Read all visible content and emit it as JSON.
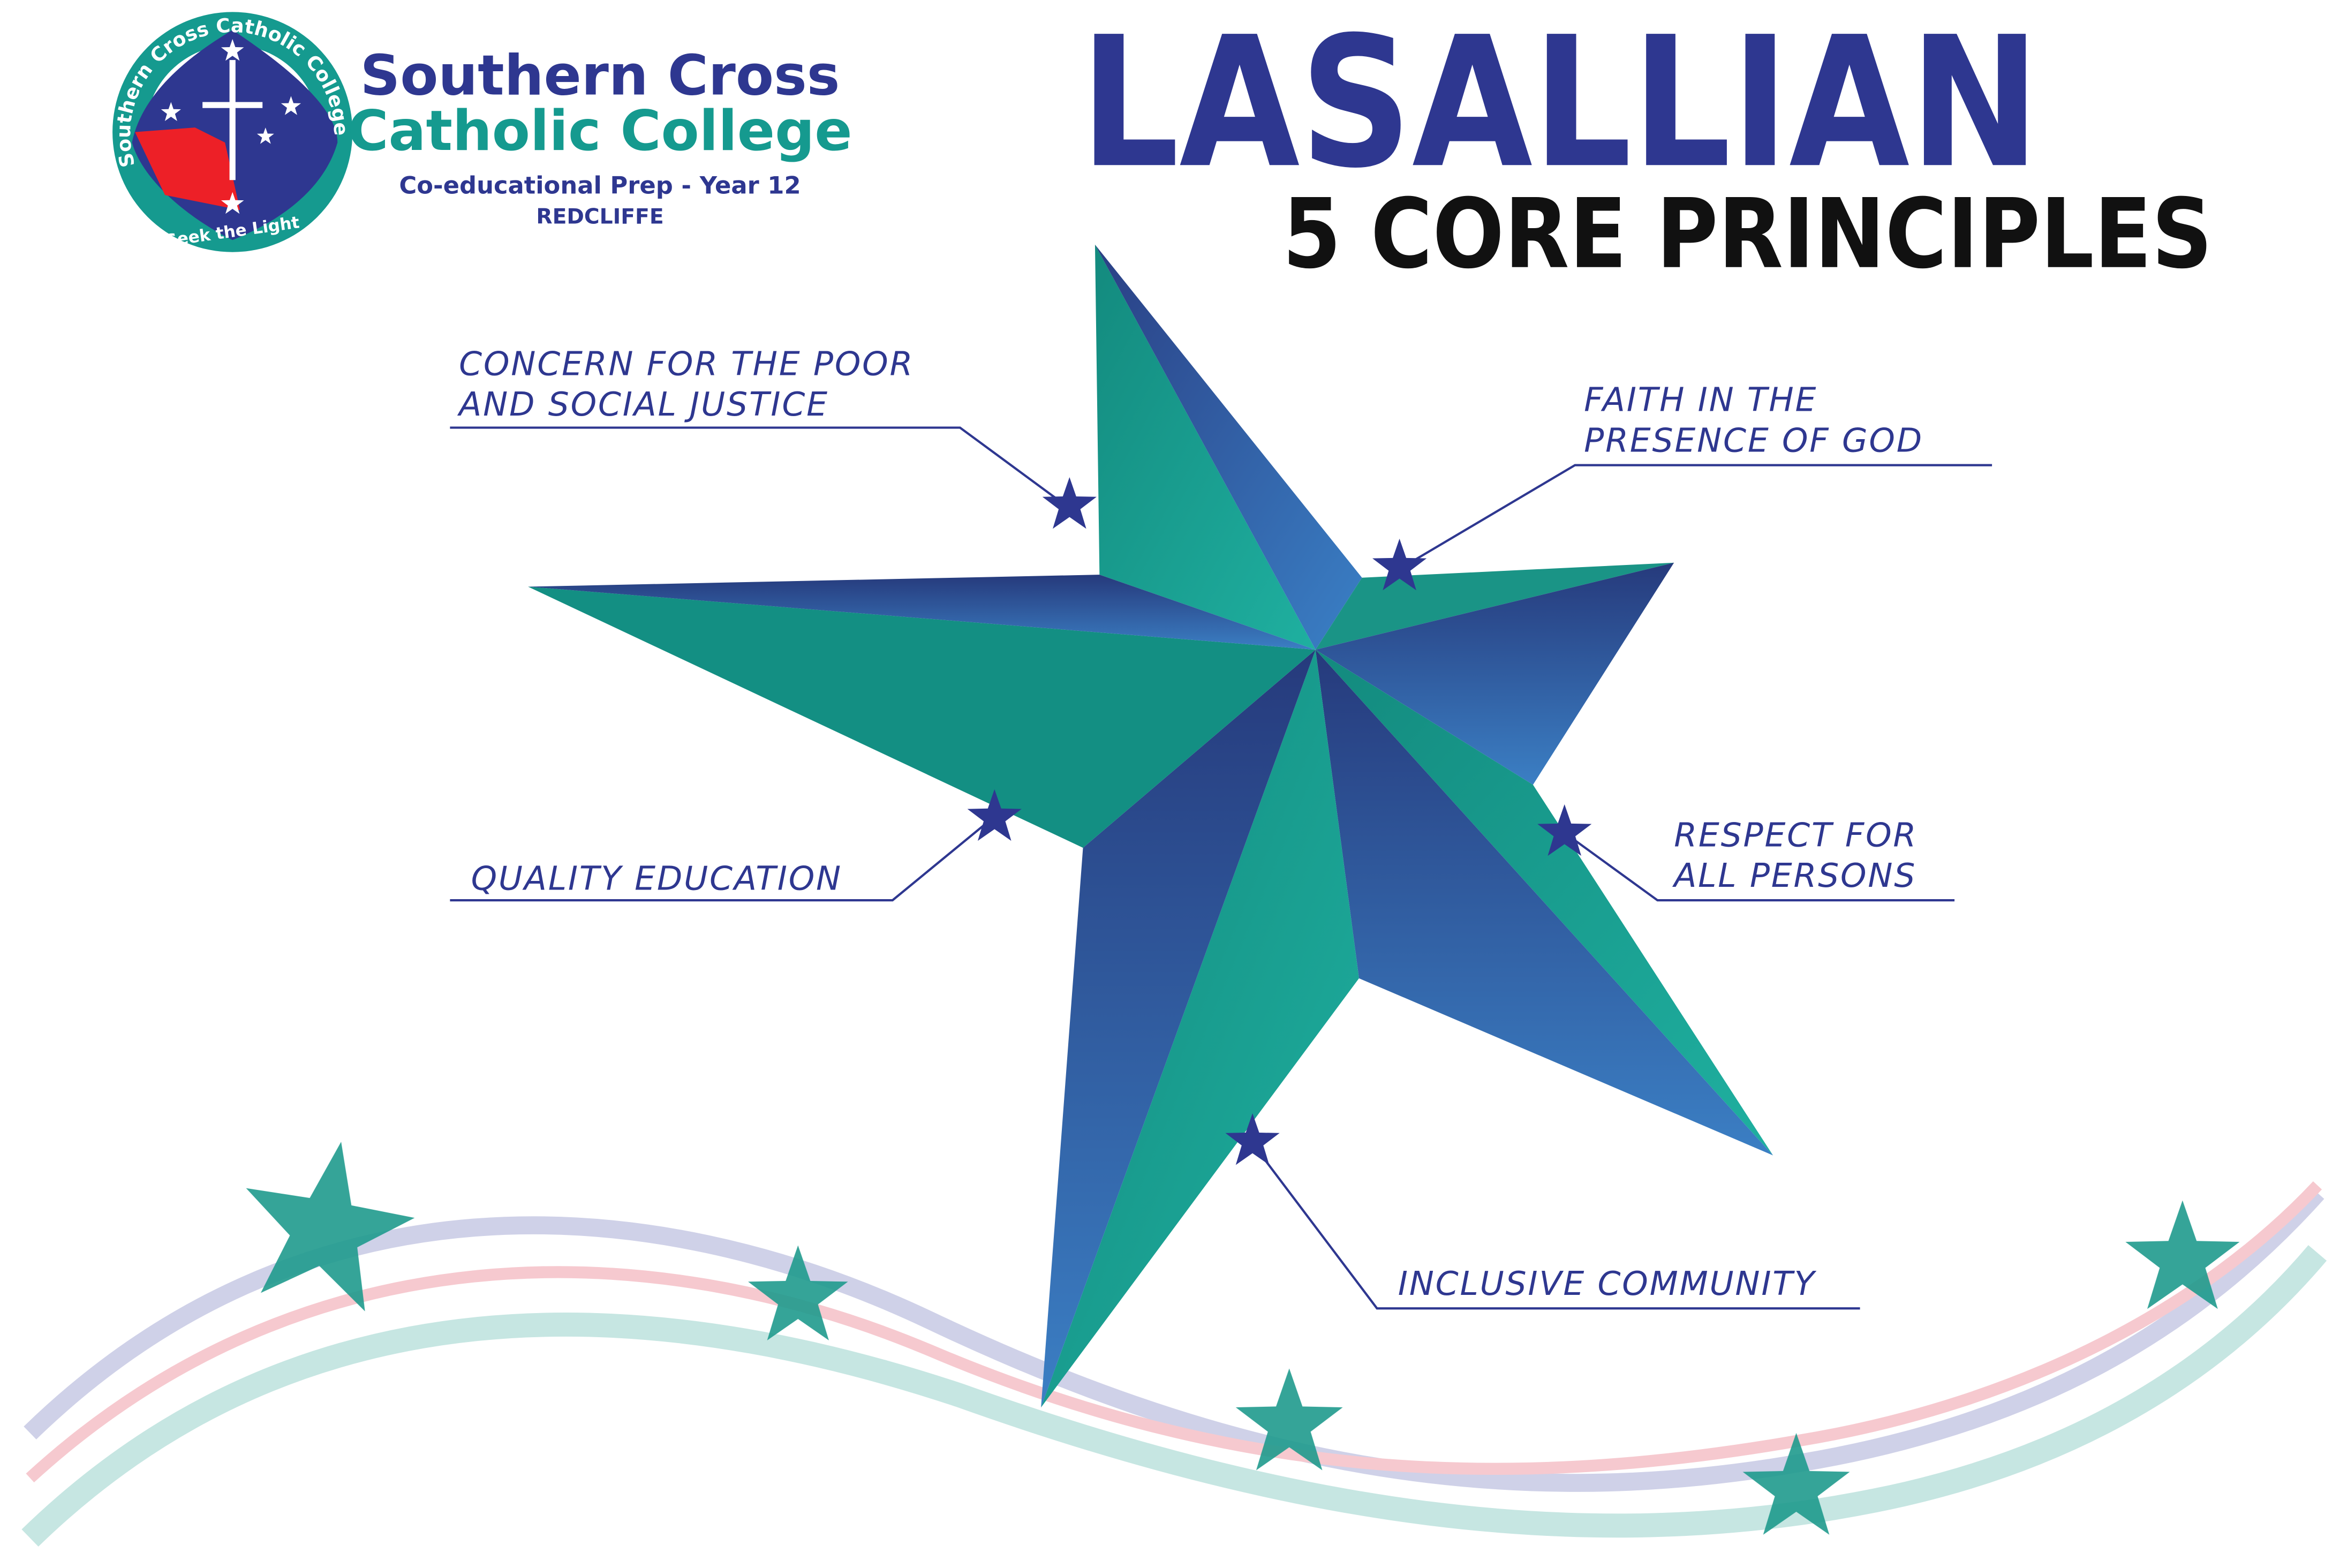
{
  "logo": {
    "ring_text": "Southern Cross Catholic College",
    "motto": "Seek the Light",
    "name_line1": "Southern Cross",
    "name_line2": "Catholic College",
    "tagline": "Co-educational Prep - Year 12",
    "location": "REDCLIFFE"
  },
  "title": {
    "main": "LASALLIAN",
    "sub": "5 CORE PRINCIPLES"
  },
  "principles": [
    {
      "line1": "CONCERN FOR THE POOR",
      "line2": "AND SOCIAL JUSTICE"
    },
    {
      "line1": "FAITH IN THE",
      "line2": "PRESENCE OF GOD"
    },
    {
      "line1": "QUALITY EDUCATION",
      "line2": ""
    },
    {
      "line1": "RESPECT FOR",
      "line2": "ALL PERSONS"
    },
    {
      "line1": "INCLUSIVE COMMUNITY",
      "line2": ""
    }
  ],
  "colors": {
    "navy": "#2e3790",
    "teal": "#159a8f",
    "red": "#ed2027",
    "black": "#111111"
  }
}
